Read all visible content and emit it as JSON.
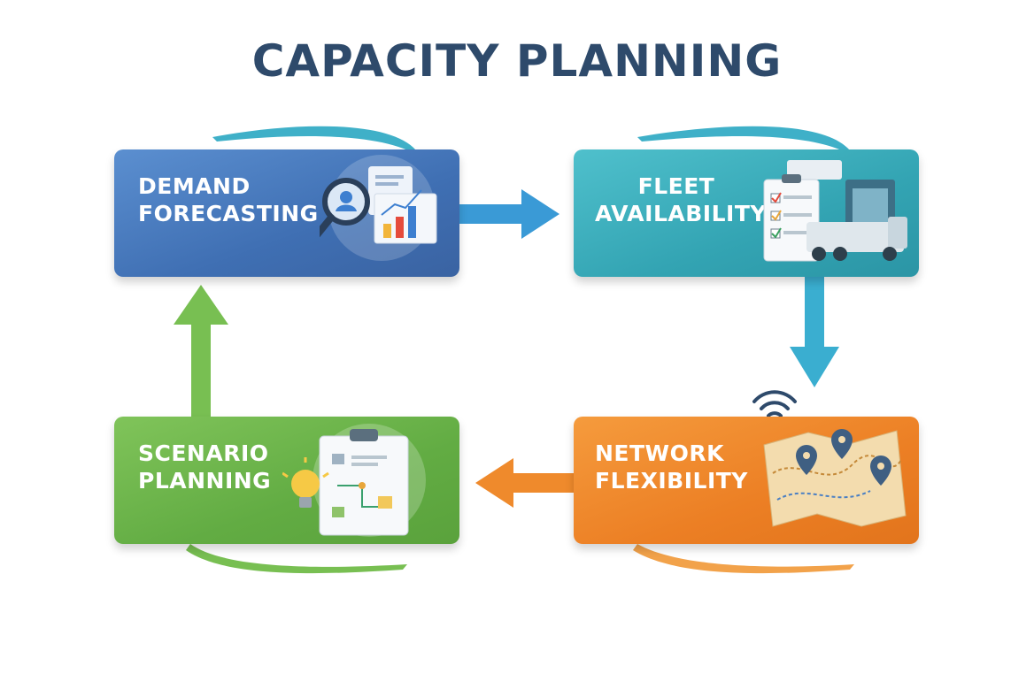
{
  "title": "CAPACITY PLANNING",
  "steps": [
    {
      "id": "demand",
      "line1": "DEMAND",
      "line2": "FORECASTING",
      "icon": "magnifier-chart-icon",
      "color": "#4a7fc3"
    },
    {
      "id": "fleet",
      "line1": "FLEET",
      "line2": "AVAILABILITY",
      "icon": "checklist-truck-icon",
      "color": "#3aaebb"
    },
    {
      "id": "network",
      "line1": "NETWORK",
      "line2": "FLEXIBILITY",
      "icon": "map-pins-icon",
      "color": "#ef8a2c"
    },
    {
      "id": "scenario",
      "line1": "SCENARIO",
      "line2": "PLANNING",
      "icon": "clipboard-lightbulb-icon",
      "color": "#6cb54a"
    }
  ],
  "arrows": {
    "demand_to_fleet": "#3a9ad6",
    "fleet_to_network": "#3aaed0",
    "network_to_scenario": "#ef8a2c",
    "scenario_to_demand": "#78bf52"
  }
}
